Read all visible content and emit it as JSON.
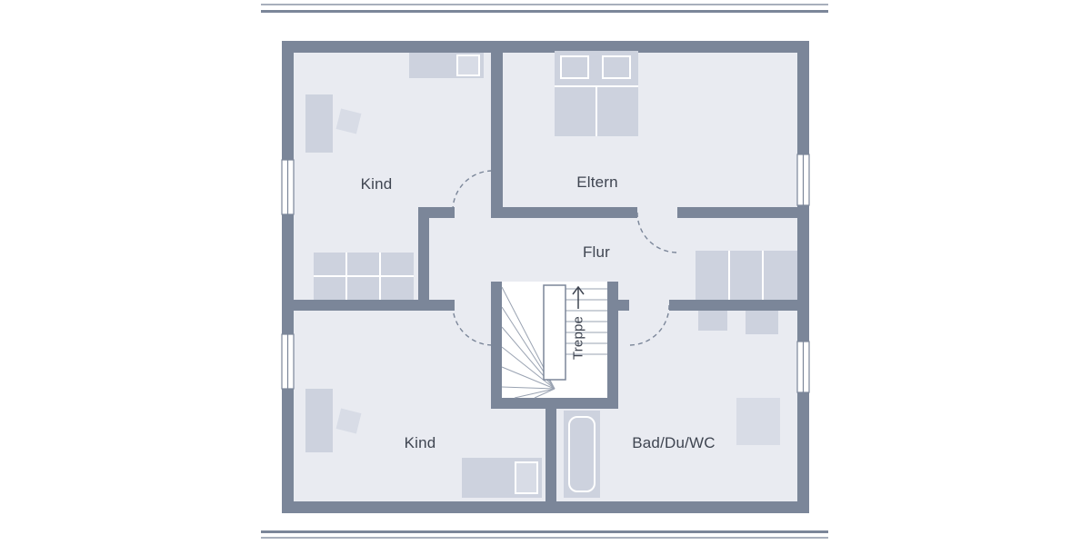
{
  "colors": {
    "wall": "#7b8699",
    "floor": "#e9ebf1",
    "furniture": "#cdd2de",
    "furniture_light": "#d8dce6",
    "stair_line": "#9aa3b2",
    "text": "#3f4551",
    "accent_line": "#a8afbc"
  },
  "rooms": {
    "kind_top": {
      "label": "Kind"
    },
    "eltern": {
      "label": "Eltern"
    },
    "flur": {
      "label": "Flur"
    },
    "treppe": {
      "label": "Treppe"
    },
    "kind_bottom": {
      "label": "Kind"
    },
    "bad": {
      "label": "Bad/Du/WC"
    }
  }
}
